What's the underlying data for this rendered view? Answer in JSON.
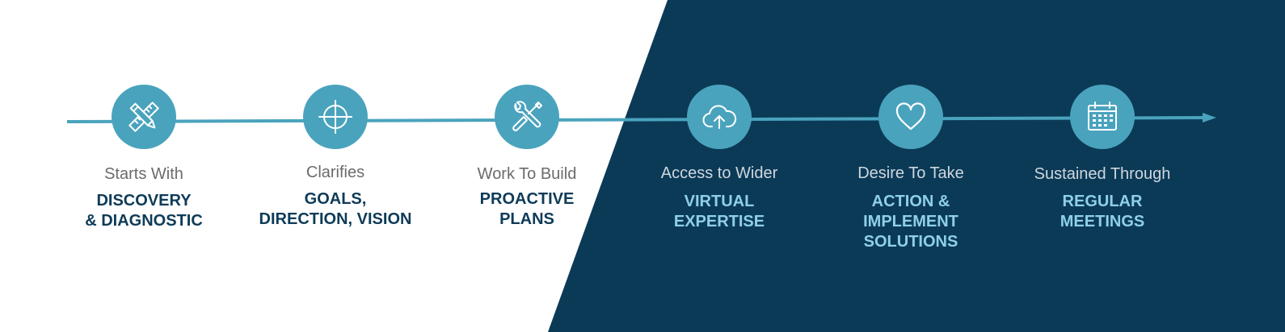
{
  "colors": {
    "background_light": "#ffffff",
    "background_dark": "#0b3a57",
    "accent": "#4aa3bd",
    "heading_dark_text": "#0e3b58",
    "heading_light_text": "#8fd0e6"
  },
  "steps": [
    {
      "lead": "Starts With",
      "emphasis": "DISCOVERY\n& DIAGNOSTIC",
      "icon": "pencil-ruler-icon"
    },
    {
      "lead": "Clarifies",
      "emphasis": "GOALS,\nDIRECTION, VISION",
      "icon": "crosshair-target-icon"
    },
    {
      "lead": "Work To Build",
      "emphasis": "PROACTIVE\nPLANS",
      "icon": "wrench-screwdriver-icon"
    },
    {
      "lead": "Access to Wider",
      "emphasis": "VIRTUAL\nEXPERTISE",
      "icon": "cloud-upload-icon"
    },
    {
      "lead": "Desire To Take",
      "emphasis": "ACTION &\nIMPLEMENT\nSOLUTIONS",
      "icon": "heart-icon"
    },
    {
      "lead": "Sustained Through",
      "emphasis": "REGULAR\nMEETINGS",
      "icon": "calendar-icon"
    }
  ]
}
